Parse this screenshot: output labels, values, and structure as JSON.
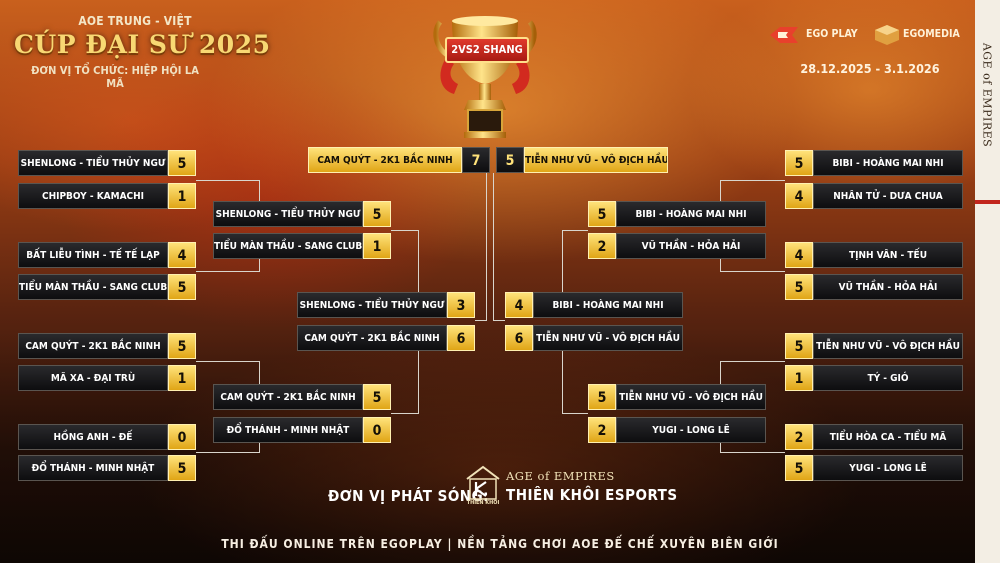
{
  "header": {
    "subtitle": "AOE TRUNG - VIỆT",
    "title": "CÚP ĐẠI SƯ 2025",
    "organizer": "ĐƠN VỊ TỔ CHỨC: HIỆP HỘI LA MÃ"
  },
  "sponsors": {
    "logo1": "EGO PLAY",
    "logo2": "EGOMEDIA",
    "dates": "28.12.2025 - 3.1.2026"
  },
  "side_brand": "AGE of EMPIRES",
  "trophy_label": "2VS2 SHANG",
  "final": {
    "left": {
      "name": "CAM QUÝT - 2K1 BẮC NINH",
      "score": "7"
    },
    "right": {
      "name": "TIỄN NHƯ VŨ - VÔ ĐỊCH HẦU",
      "score": "5"
    }
  },
  "left_r1": [
    {
      "name": "SHENLONG - TIỂU THỦY NGƯ",
      "score": "5"
    },
    {
      "name": "CHIPBOY - KAMACHI",
      "score": "1"
    },
    {
      "name": "BẤT LIỄU TÌNH - TẾ TẾ LẠP",
      "score": "4"
    },
    {
      "name": "TIỂU MÀN THẦU - SANG CLUB",
      "score": "5"
    },
    {
      "name": "CAM QUÝT - 2K1 BẮC NINH",
      "score": "5"
    },
    {
      "name": "MÃ XA - ĐẠI TRÙ",
      "score": "1"
    },
    {
      "name": "HỒNG ANH - ĐẾ",
      "score": "0"
    },
    {
      "name": "ĐỔ THÁNH - MINH NHẬT",
      "score": "5"
    }
  ],
  "left_r2": [
    {
      "name": "SHENLONG - TIỂU THỦY NGƯ",
      "score": "5"
    },
    {
      "name": "TIỂU MÀN THẦU - SANG CLUB",
      "score": "1"
    },
    {
      "name": "CAM QUÝT - 2K1 BẮC NINH",
      "score": "5"
    },
    {
      "name": "ĐỔ THÁNH - MINH NHẬT",
      "score": "0"
    }
  ],
  "left_sf": [
    {
      "name": "SHENLONG - TIỂU THỦY NGƯ",
      "score": "3"
    },
    {
      "name": "CAM QUÝT - 2K1 BẮC NINH",
      "score": "6"
    }
  ],
  "right_r1": [
    {
      "name": "BIBI - HOÀNG MAI NHI",
      "score": "5"
    },
    {
      "name": "NHÂN TỬ - DƯA CHUA",
      "score": "4"
    },
    {
      "name": "TỊNH VÂN - TẾU",
      "score": "4"
    },
    {
      "name": "VŨ THẦN - HỎA HẢI",
      "score": "5"
    },
    {
      "name": "TIỄN NHƯ VŨ - VÔ ĐỊCH HẦU",
      "score": "5"
    },
    {
      "name": "TÝ - GIÓ",
      "score": "1"
    },
    {
      "name": "TIỂU HÒA CA - TIỂU MÃ",
      "score": "2"
    },
    {
      "name": "YUGI - LONG LÊ",
      "score": "5"
    }
  ],
  "right_r2": [
    {
      "name": "BIBI - HOÀNG MAI NHI",
      "score": "5"
    },
    {
      "name": "VŨ THẦN - HỎA HẢI",
      "score": "2"
    },
    {
      "name": "TIỄN NHƯ VŨ - VÔ ĐỊCH HẦU",
      "score": "5"
    },
    {
      "name": "YUGI - LONG LÊ",
      "score": "2"
    }
  ],
  "right_sf": [
    {
      "name": "BIBI - HOÀNG MAI NHI",
      "score": "4"
    },
    {
      "name": "TIỄN NHƯ VŨ - VÔ ĐỊCH HẦU",
      "score": "6"
    }
  ],
  "broadcast": {
    "label": "ĐƠN VỊ PHÁT SÓNG:",
    "mark_caption": "THIÊN KHÔI",
    "aoe_line": "AGE of EMPIRES",
    "name": "THIÊN KHÔI ESPORTS"
  },
  "footer": "THI ĐẤU ONLINE TRÊN EGOPLAY | NỀN TẢNG CHƠI AOE ĐẾ CHẾ XUYÊN BIÊN GIỚI",
  "colors": {
    "gold": "#f2c230",
    "dark": "#111111",
    "accent_red": "#d8342a"
  }
}
